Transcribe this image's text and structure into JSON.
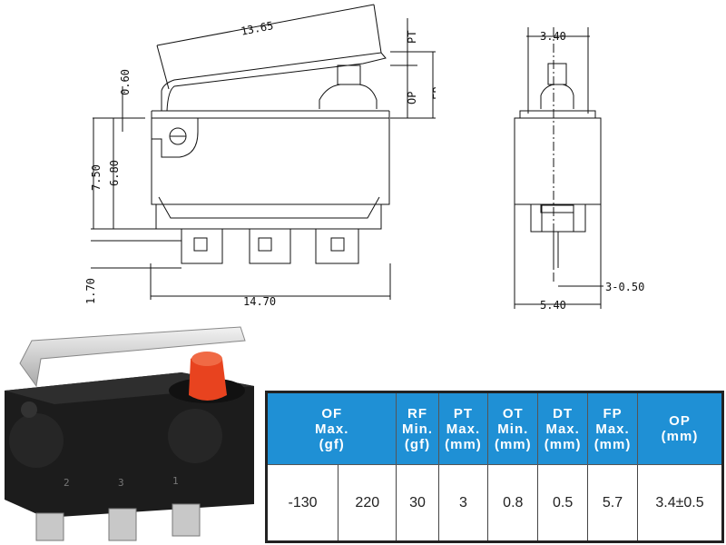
{
  "front_view": {
    "dimensions": {
      "lever_length": "13.65",
      "pt": "PT",
      "op": "OP",
      "fp": "FP",
      "gap": "0.60",
      "height_total": "7.50",
      "height_body": "6.80",
      "terminal_height": "1.70",
      "width": "14.70"
    }
  },
  "side_view": {
    "dimensions": {
      "top_width": "3.40",
      "pin_dia": "3-0.50",
      "bottom_width": "5.40"
    }
  },
  "photo": {
    "terminal_marks": [
      "2",
      "3",
      "1"
    ]
  },
  "spec_table": {
    "headers": [
      {
        "l1": "OF",
        "l2": "Max.",
        "l3": "(gf)"
      },
      {
        "l1": "RF",
        "l2": "Min.",
        "l3": "(gf)"
      },
      {
        "l1": "PT",
        "l2": "Max.",
        "l3": "(mm)"
      },
      {
        "l1": "OT",
        "l2": "Min.",
        "l3": "(mm)"
      },
      {
        "l1": "DT",
        "l2": "Max.",
        "l3": "(mm)"
      },
      {
        "l1": "FP",
        "l2": "Max.",
        "l3": "(mm)"
      },
      {
        "l1": "OP",
        "l2": "(mm)",
        "l3": ""
      }
    ],
    "row": [
      "-130",
      "220",
      "30",
      "3",
      "0.8",
      "0.5",
      "5.7",
      "3.4±0.5"
    ]
  },
  "colors": {
    "header_bg": "#1f90d5",
    "actuator": "#e8431f"
  }
}
